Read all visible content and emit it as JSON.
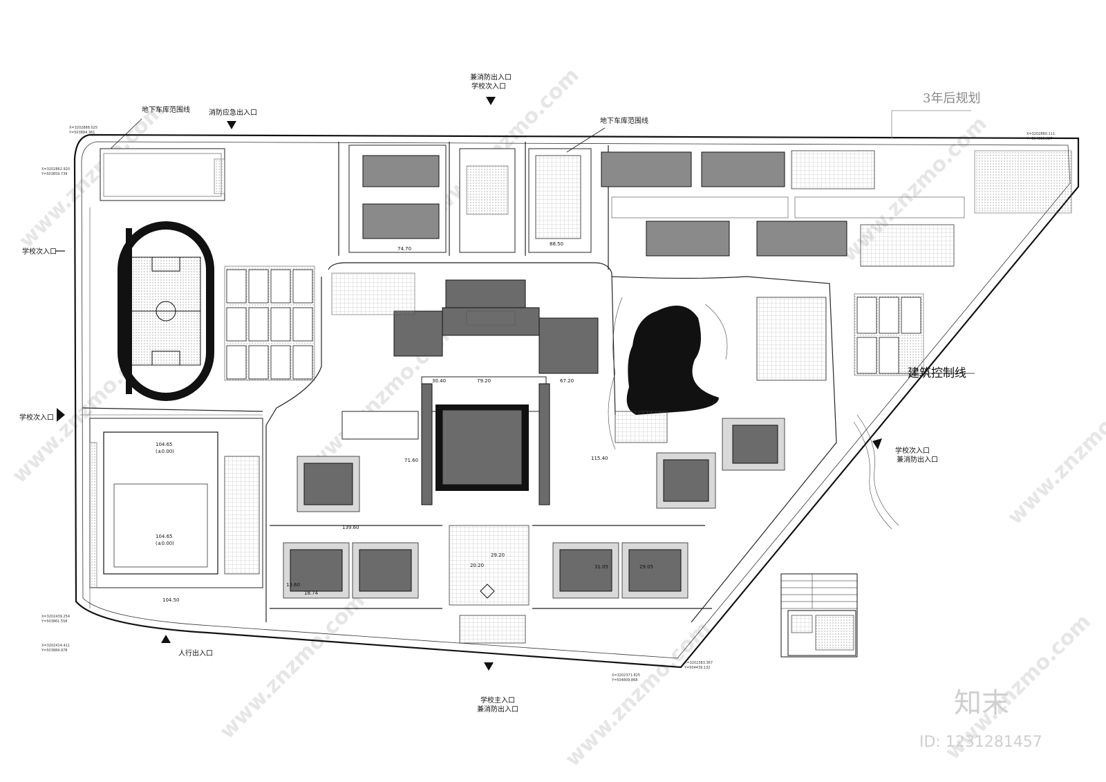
{
  "labels": {
    "fire_upper": "兼消防出入口",
    "school_secondary_top": "学校次入口",
    "garage_line_left": "地下车库范围线",
    "fire_emergency": "消防应急出入口",
    "garage_line_mid": "地下车库范围线",
    "future_plan": "3年后规划",
    "school_secondary_left": "学校次入口",
    "school_secondary_left2": "学校次入口",
    "building_control": "建筑控制线",
    "school_secondary_right": "学校次入口",
    "fire_right": "兼消防出入口",
    "pedestrian": "人行出入口",
    "main_entry": "学校主入口",
    "fire_bottom": "兼消防出入口",
    "logo_text": "知末",
    "id_text": "ID: 1231281457",
    "watermark": "www.znzmo.com"
  },
  "coords": {
    "c1a": "X=3202888.025",
    "c1b": "Y=503884.361",
    "c2a": "X=3202862.920",
    "c2b": "Y=503859.739",
    "c3a": "X=3202880.111",
    "c3b": "Y=504810.627",
    "c4a": "X=3202439.254",
    "c4b": "Y=503861.558",
    "c5a": "X=3202414.411",
    "c5b": "Y=503884.978",
    "c6a": "X=3202371.825",
    "c6b": "Y=504809.868",
    "c7a": "X=3202383.367",
    "c7b": "Y=504439.132"
  },
  "dimensions": {
    "d1": "74.70",
    "d2": "88.50",
    "d3": "30.40",
    "d4": "79.20",
    "d5": "67.20",
    "d6": "115.40",
    "d7": "71.60",
    "d8": "139.60",
    "d9": "20.20",
    "d10": "29.20",
    "d11": "104.65",
    "d12": "(±0.00)",
    "d13": "104.65",
    "d14": "(±0.00)",
    "d15": "13.60",
    "d16": "18.74",
    "d17": "29.05",
    "d18": "31.05",
    "d19": "104.50"
  },
  "colors": {
    "ink": "#111111",
    "dark_fill": "#6b6b6b",
    "mid_fill": "#8a8a8a",
    "light_fill": "#d9d9d9",
    "watermark": "#e6e6e6"
  }
}
